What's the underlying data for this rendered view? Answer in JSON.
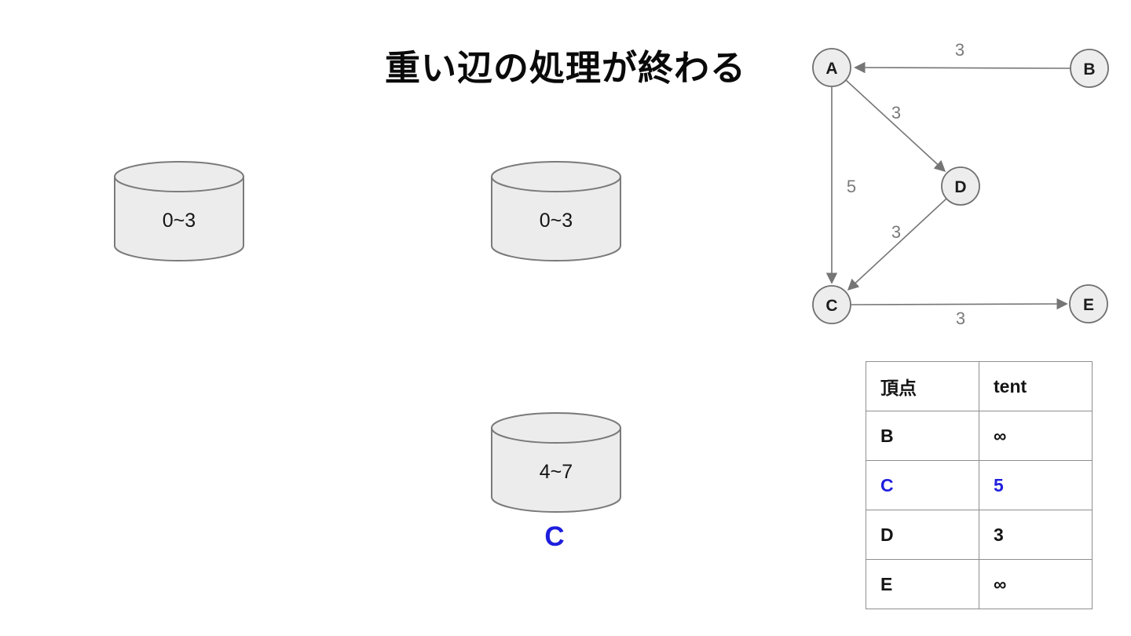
{
  "title": "重い辺の処理が終わる",
  "buckets": [
    {
      "label": "0~3"
    },
    {
      "label": "0~3"
    },
    {
      "label": "4~7",
      "caption": "C"
    }
  ],
  "graph": {
    "nodes": [
      {
        "id": "A"
      },
      {
        "id": "B"
      },
      {
        "id": "C"
      },
      {
        "id": "D"
      },
      {
        "id": "E"
      }
    ],
    "edges": [
      {
        "from": "B",
        "to": "A",
        "weight": "3"
      },
      {
        "from": "A",
        "to": "D",
        "weight": "3"
      },
      {
        "from": "A",
        "to": "C",
        "weight": "5"
      },
      {
        "from": "D",
        "to": "C",
        "weight": "3"
      },
      {
        "from": "C",
        "to": "E",
        "weight": "3"
      }
    ]
  },
  "table": {
    "headers": [
      "頂点",
      "tent"
    ],
    "rows": [
      {
        "vertex": "B",
        "tent": "∞",
        "highlight": false
      },
      {
        "vertex": "C",
        "tent": "5",
        "highlight": true
      },
      {
        "vertex": "D",
        "tent": "3",
        "highlight": false
      },
      {
        "vertex": "E",
        "tent": "∞",
        "highlight": false
      }
    ]
  },
  "colors": {
    "accent_blue": "#1e1edd",
    "node_fill": "#ededed",
    "stroke_gray": "#757575",
    "cylinder_fill": "#ececec"
  }
}
